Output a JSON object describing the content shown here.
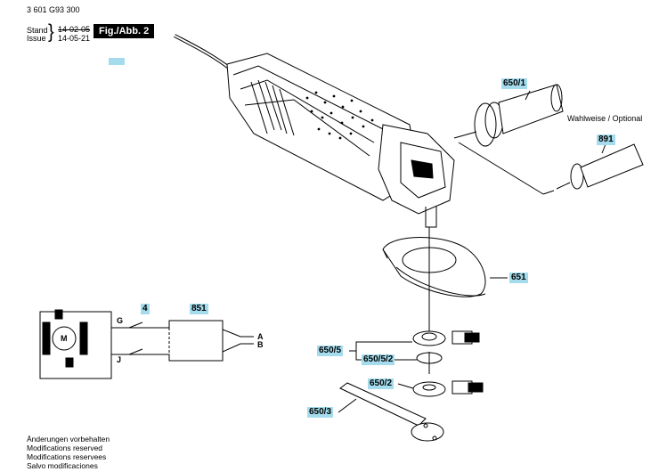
{
  "header": {
    "doc_number": "3 601 G93 300",
    "stand_label": "Stand",
    "issue_label": "Issue",
    "date_old": "14-02-05",
    "date_new": "14-05-21",
    "figure_badge": "Fig./Abb. 2"
  },
  "optional_note": "Wahlweise / Optional",
  "callouts": {
    "side_handle_top": "650/1",
    "side_handle_alt": "891",
    "guard": "651",
    "switch": "4",
    "suppressor": "851",
    "mounting_flange": "650/5",
    "o_ring": "650/5/2",
    "clamping_nut": "650/2",
    "spanner": "650/3"
  },
  "circuit": {
    "motor_label": "M",
    "terminal_g": "G",
    "terminal_j": "J",
    "terminal_a": "A",
    "terminal_b": "B"
  },
  "footer": [
    "Änderungen vorbehalten",
    "Modifications reserved",
    "Modifications reservees",
    "Salvo modificaciones"
  ],
  "colors": {
    "callout_bg": "#a4dced",
    "badge_bg": "#000000",
    "line": "#000000"
  }
}
